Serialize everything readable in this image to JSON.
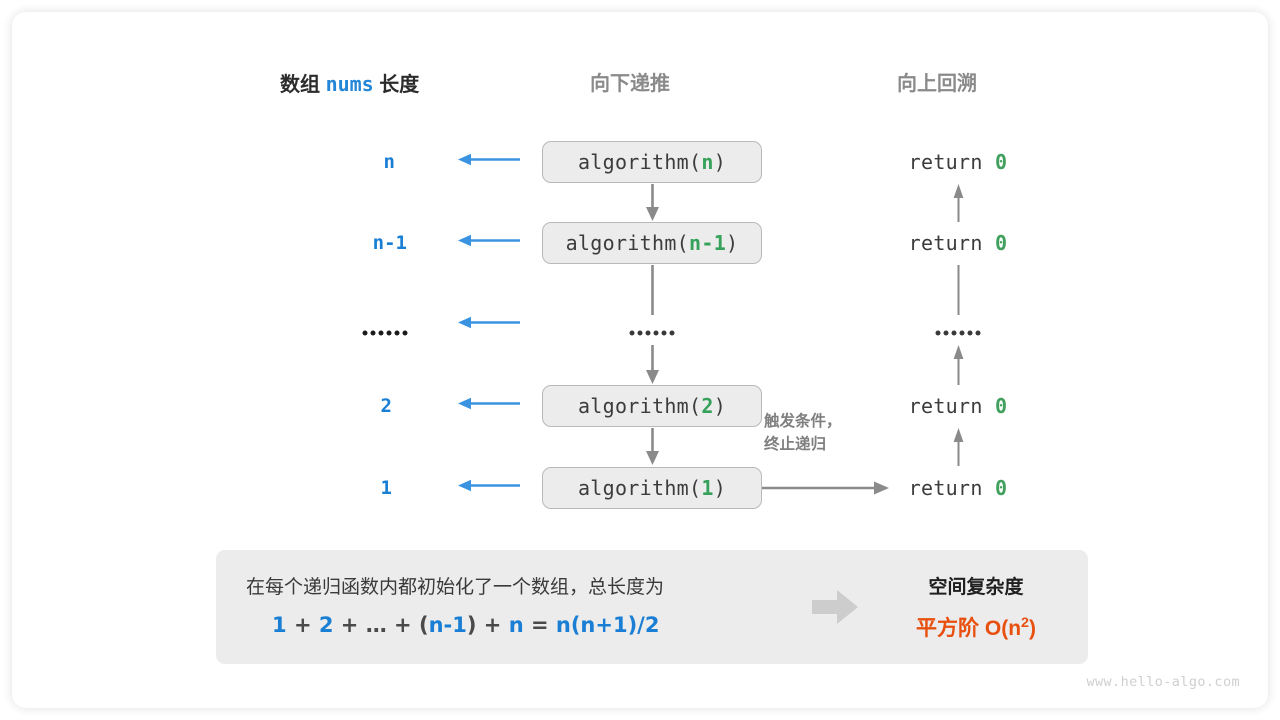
{
  "headers": {
    "left_prefix": "数组",
    "left_code": "nums",
    "left_suffix": "长度",
    "middle": "向下递推",
    "right": "向上回溯"
  },
  "rows": [
    {
      "size": "n",
      "call_name": "algorithm",
      "call_arg": "n",
      "return_text": "return",
      "return_value": "0"
    },
    {
      "size": "n-1",
      "call_name": "algorithm",
      "call_arg": "n-1",
      "return_text": "return",
      "return_value": "0"
    },
    {
      "size": "……",
      "call_name": "……",
      "call_arg": "",
      "return_text": "……",
      "return_value": ""
    },
    {
      "size": "2",
      "call_name": "algorithm",
      "call_arg": "2",
      "return_text": "return",
      "return_value": "0"
    },
    {
      "size": "1",
      "call_name": "algorithm",
      "call_arg": "1",
      "return_text": "return",
      "return_value": "0"
    }
  ],
  "note": {
    "line1": "触发条件，",
    "line2": "终止递归"
  },
  "summary": {
    "description": "在每个递归函数内都初始化了一个数组，总长度为",
    "formula": {
      "t1": "1",
      "o1": "+",
      "t2": "2",
      "o2": "+",
      "t3": "…",
      "o3": "+",
      "p_open": "(",
      "t4": "n-1",
      "p_close": ")",
      "o4": "+",
      "t5": "n",
      "eq": "=",
      "result": "n(n+1)/2"
    },
    "right_title": "空间复杂度",
    "right_value_prefix": "平方阶",
    "right_value_big_o": "O(n",
    "right_value_exp": "2",
    "right_value_close": ")"
  },
  "watermark": "www.hello-algo.com",
  "colors": {
    "blue": "#1a7fd4",
    "arrow_blue": "#3a93e0",
    "green": "#36a15a",
    "orange": "#e8500f",
    "gray_arrow": "#8a8a8a",
    "box_fill": "#ececec",
    "box_border": "#b9b9b9"
  }
}
